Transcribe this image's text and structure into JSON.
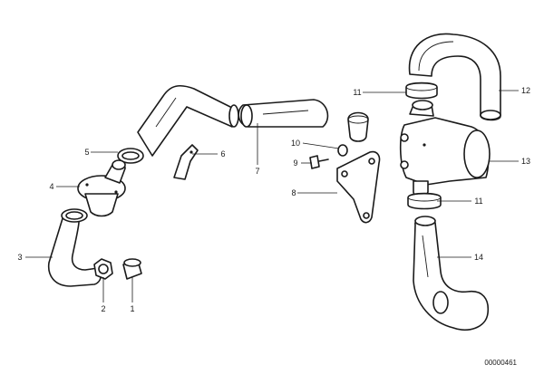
{
  "callouts": {
    "c1": "1",
    "c2": "2",
    "c3": "3",
    "c4": "4",
    "c5": "5",
    "c6": "6",
    "c7": "7",
    "c8": "8",
    "c9": "9",
    "c10": "10",
    "c11a": "11",
    "c11b": "11",
    "c12": "12",
    "c13": "13",
    "c14": "14"
  },
  "document_number": "00000461",
  "colors": {
    "line": "#1a1a1a",
    "background": "#ffffff"
  }
}
